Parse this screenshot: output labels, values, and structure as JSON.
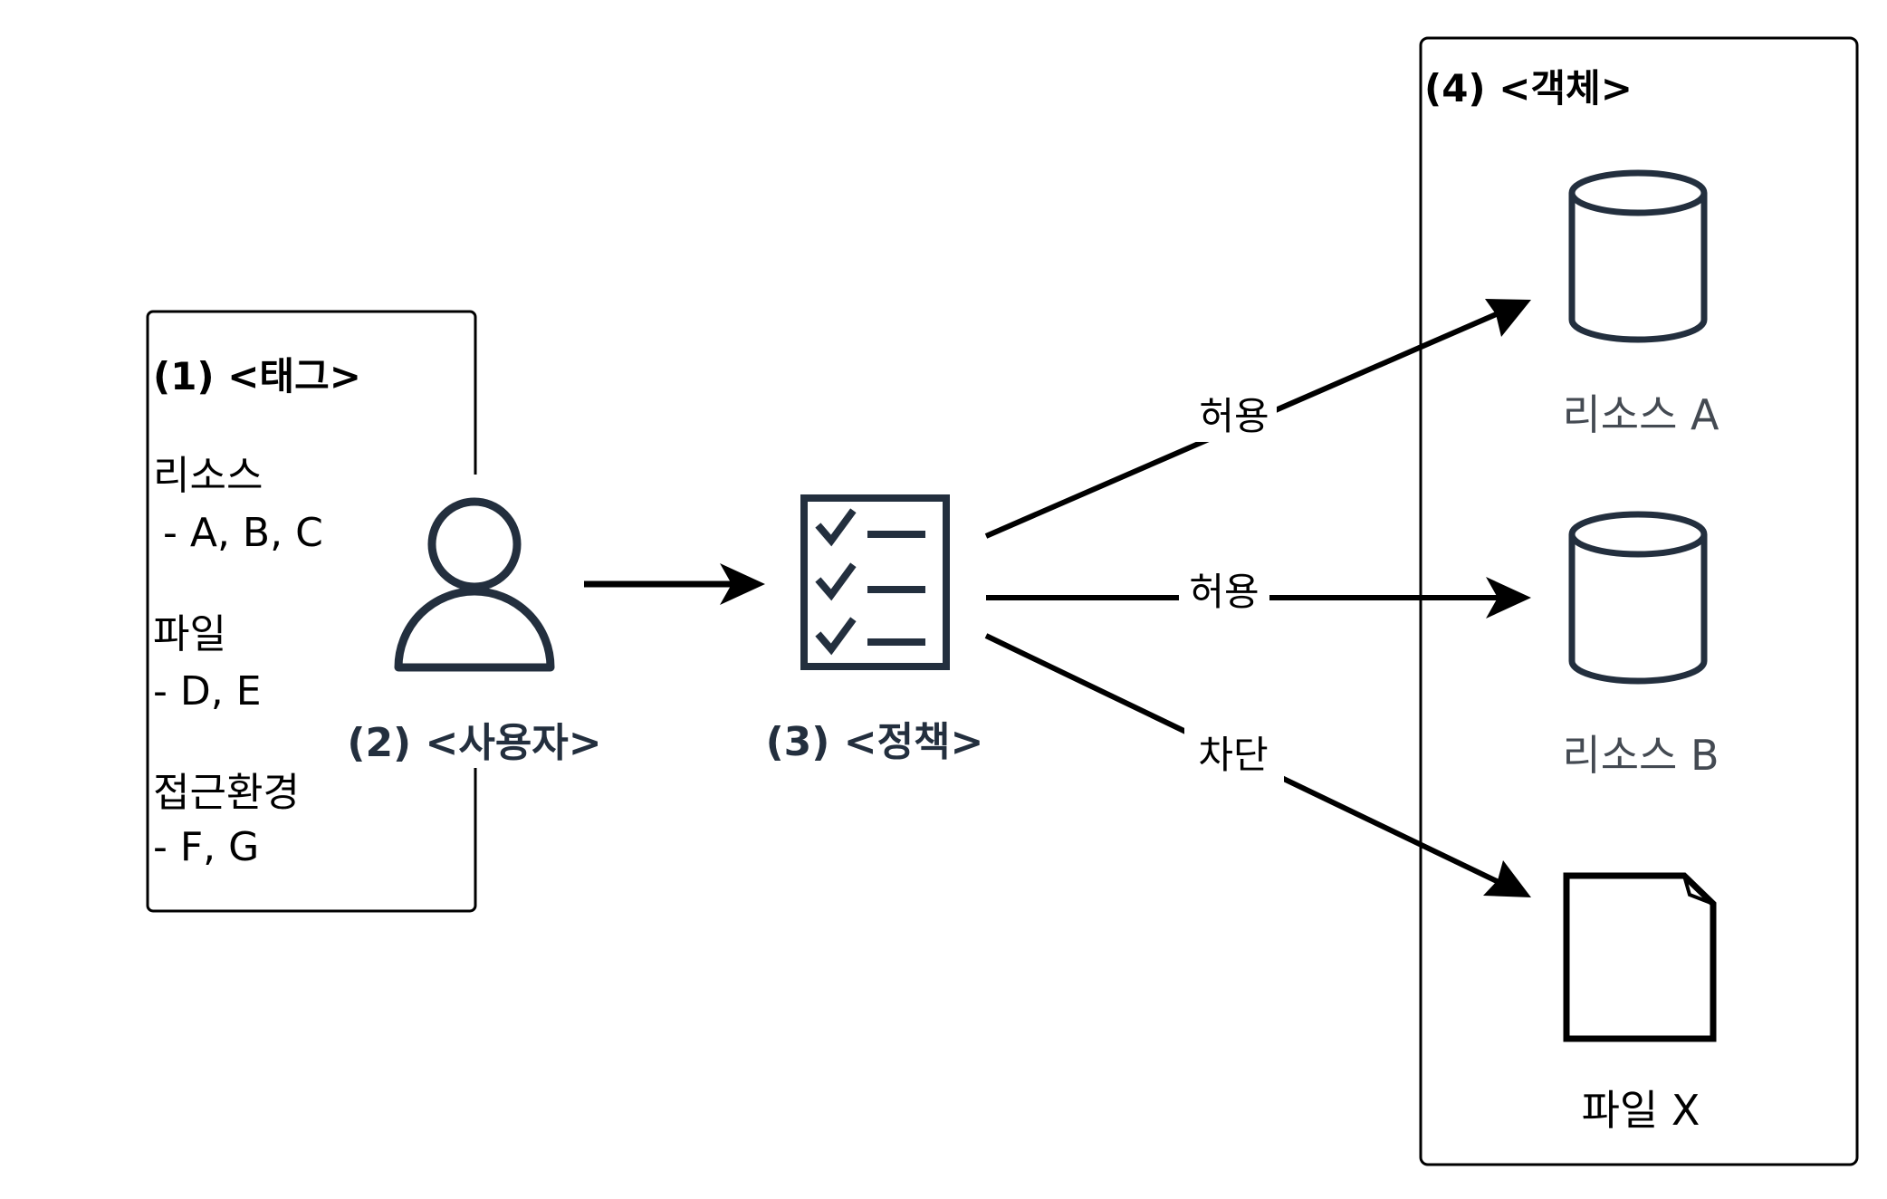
{
  "tag_box": {
    "title": "(1) <태그>",
    "group1_name": "리소스",
    "group1_values": "- A, B, C",
    "group2_name": "파일",
    "group2_values": "- D, E",
    "group3_name": "접근환경",
    "group3_values": "- F, G"
  },
  "user": {
    "label": "(2) <사용자>",
    "icon": "user-icon"
  },
  "policy": {
    "label": "(3) <정책>",
    "icon": "checklist-icon"
  },
  "edges": {
    "to_resource_a": "허용",
    "to_resource_b": "허용",
    "to_file_x": "차단"
  },
  "object_box": {
    "title": "(4) <객체>",
    "resource_a": "리소스 A",
    "resource_b": "리소스 B",
    "file_x": "파일 X"
  },
  "colors": {
    "icon_stroke": "#232f3e",
    "line": "#000000",
    "box_border": "#000000"
  }
}
